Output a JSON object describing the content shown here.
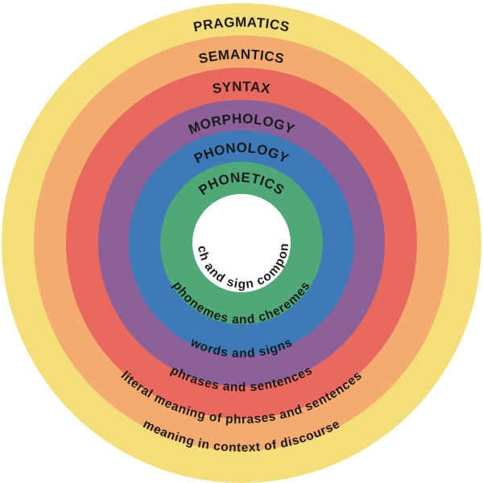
{
  "layers": [
    {
      "title": "PRAGMATICS",
      "description": "meaning in context of discourse",
      "color": "#f3de79"
    },
    {
      "title": "SEMANTICS",
      "description": "literal meaning of phrases and sentences",
      "color": "#f3ab6f"
    },
    {
      "title": "SYNTAX",
      "description": "phrases and sentences",
      "color": "#e9695e"
    },
    {
      "title": "MORPHOLOGY",
      "description": "words and signs",
      "color": "#8c6199"
    },
    {
      "title": "PHONOLOGY",
      "description": "phonemes and cheremes",
      "color": "#3c7ab8"
    },
    {
      "title": "PHONETICS",
      "description": "speech and sign components",
      "color": "#4fa878"
    }
  ]
}
